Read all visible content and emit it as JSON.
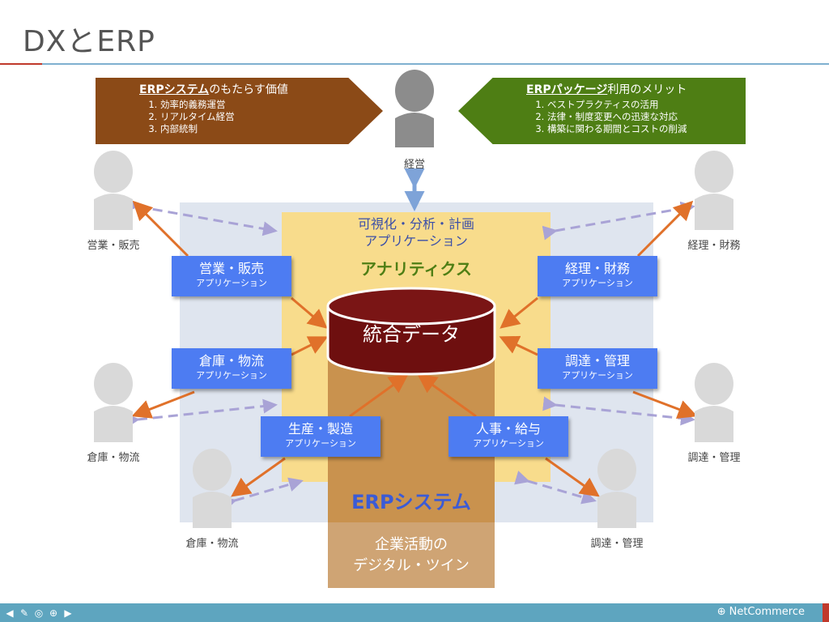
{
  "title": "DXとERP",
  "banner_left": {
    "title_underlined": "ERPシステム",
    "title_rest": "のもたらす価値",
    "items": [
      "効率的義務運営",
      "リアルタイム経営",
      "内部統制"
    ]
  },
  "banner_right": {
    "title_underlined": "ERPパッケージ",
    "title_rest": "利用のメリット",
    "items": [
      "ベストプラクティスの活用",
      "法律・制度変更への迅速な対応",
      "構築に関わる期間とコストの削減"
    ]
  },
  "center_top_person": "経営",
  "analytics": {
    "subtitle_line1": "可視化・分析・計画",
    "subtitle_line2": "アプリケーション",
    "title": "アナリティクス"
  },
  "database_label": "統合データ",
  "erp_system_label": "ERPシステム",
  "digital_twin": {
    "line1": "企業活動の",
    "line2": "デジタル・ツイン"
  },
  "app_suffix": "アプリケーション",
  "apps": {
    "sales": "営業・販売",
    "finance": "経理・財務",
    "warehouse": "倉庫・物流",
    "procurement": "調達・管理",
    "production": "生産・製造",
    "hr": "人事・給与"
  },
  "people": {
    "top_left": "営業・販売",
    "top_right": "経理・財務",
    "mid_left": "倉庫・物流",
    "mid_right": "調達・管理",
    "bottom_left": "倉庫・物流",
    "bottom_right": "調達・管理"
  },
  "footer_brand": "NetCommerce",
  "colors": {
    "banner_left": "#8b4a17",
    "banner_right": "#4e7e14",
    "app_box": "#4d7cf2",
    "analytics_bg": "#f8dc8c",
    "database": "#6e0f0f",
    "orange_arrow": "#e0712a",
    "dashed_arrow": "#a9a3d6",
    "person": "#d9d9d9",
    "person_exec": "#8c8c8c"
  }
}
